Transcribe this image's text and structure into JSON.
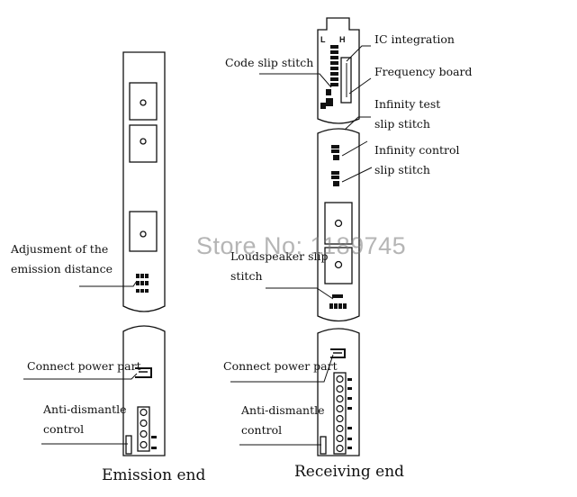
{
  "left": {
    "labels": {
      "adjustment_line1": "Adjusment of the",
      "adjustment_line2": "emission distance",
      "connect_power": "Connect power part",
      "anti_line1": "Anti-dismantle",
      "anti_line2": "control"
    },
    "caption": "Emission end"
  },
  "right": {
    "labels": {
      "code_slip": "Code slip stitch",
      "ic_integration": "IC integration",
      "frequency_board": "Frequency board",
      "infinity_test_line1": "Infinity test",
      "infinity_test_line2": "slip stitch",
      "infinity_control_line1": "Infinity control",
      "infinity_control_line2": "slip stitch",
      "loudspeaker_line1": "Loudspeaker slip",
      "loudspeaker_line2": "stitch",
      "connect_power": "Connect power part",
      "anti_line1": "Anti-dismantle",
      "anti_line2": "control"
    },
    "caption": "Receiving end"
  },
  "watermark": "Store No: 1189745"
}
